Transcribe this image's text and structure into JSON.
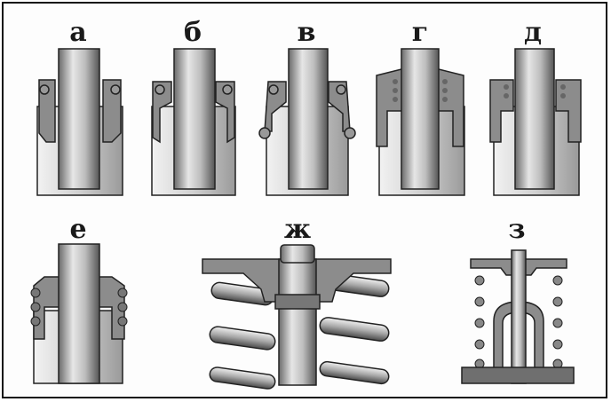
{
  "labels": {
    "a": "а",
    "b": "б",
    "v": "в",
    "g": "г",
    "d": "д",
    "e": "е",
    "zh": "ж",
    "z": "з"
  },
  "colors": {
    "frame": "#111111",
    "seal_fill": "#8c8c8c",
    "stem_light": "#dcdcdc",
    "stem_dark": "#555555",
    "line": "#1a1a1a"
  }
}
